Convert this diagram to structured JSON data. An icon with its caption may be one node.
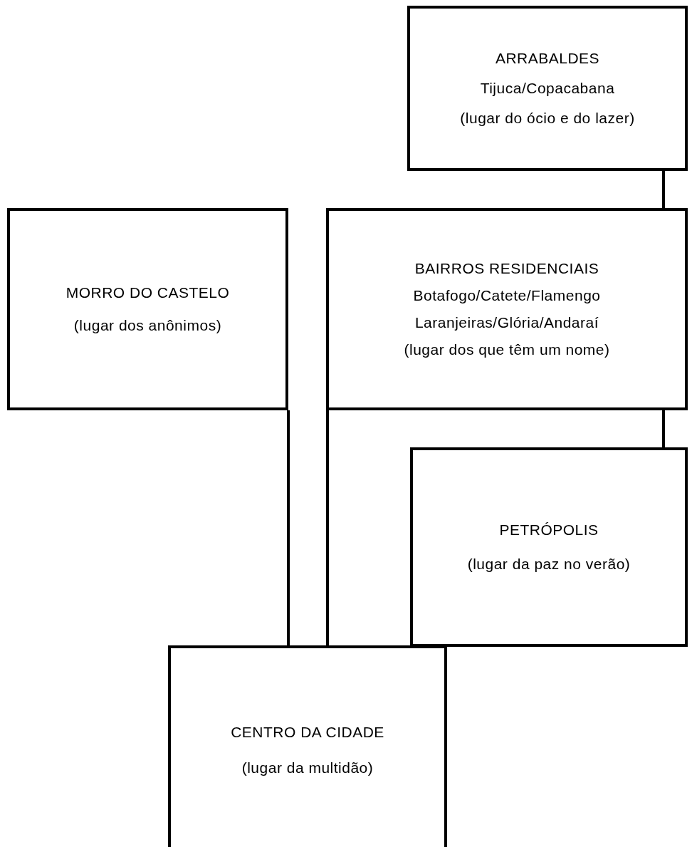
{
  "diagram": {
    "nodes": [
      {
        "text": [
          "ARRABALDES",
          "Tijuca/Copacabana",
          "(lugar do ócio e do lazer)"
        ]
      },
      {
        "text": [
          "MORRO DO CASTELO",
          "(lugar dos anônimos)"
        ]
      },
      {
        "text": [
          "BAIRROS RESIDENCIAIS",
          "Botafogo/Catete/Flamengo",
          "Laranjeiras/Glória/Andaraí",
          "(lugar dos que têm um nome)"
        ]
      },
      {
        "text": [
          "PETRÓPOLIS",
          "(lugar da paz no verão)"
        ]
      },
      {
        "text": [
          "CENTRO DA CIDADE",
          "(lugar da multidão)"
        ]
      }
    ],
    "edges": [
      {
        "from": 0,
        "to": 2,
        "arrow": "none"
      },
      {
        "from": 2,
        "to": 3,
        "arrow": "none"
      },
      {
        "from": 1,
        "to": 4,
        "arrow": "none"
      },
      {
        "from": 2,
        "to": 4,
        "arrow": "none"
      }
    ]
  }
}
